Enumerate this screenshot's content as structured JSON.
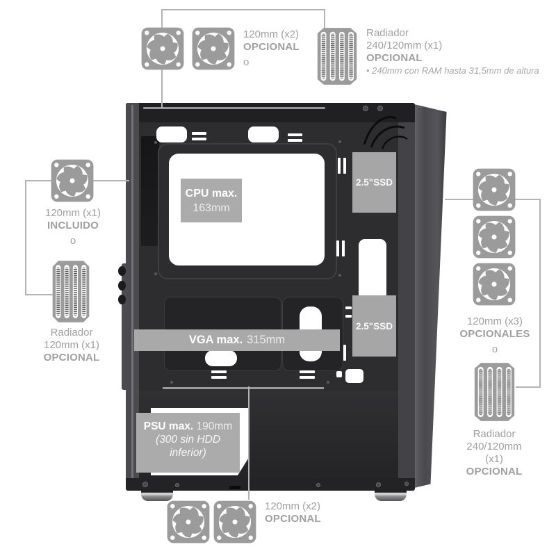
{
  "labels": {
    "top_fans": {
      "size": "120mm (x2)",
      "availability": "OPCIONAL",
      "or": "o"
    },
    "top_radiator": {
      "name": "Radiador",
      "size": "240/120mm (x1)",
      "availability": "OPCIONAL",
      "note": "• 240mm con RAM hasta 31,5mm de altura"
    },
    "left_fan": {
      "size": "120mm (x1)",
      "availability": "INCLUIDO",
      "or": "o"
    },
    "left_radiator": {
      "name": "Radiador",
      "size": "120mm (x1)",
      "availability": "OPCIONAL"
    },
    "right_fans": {
      "size": "120mm (x3)",
      "availability": "OPCIONALES",
      "or": "o"
    },
    "right_radiator": {
      "name": "Radiador",
      "size": "240/120mm",
      "qty": "(x1)",
      "availability": "OPCIONAL"
    },
    "bottom_fans": {
      "size": "120mm (x2)",
      "availability": "OPCIONAL"
    }
  },
  "case": {
    "cpu": {
      "title": "CPU max.",
      "value": "163mm"
    },
    "ssd_top": "2.5\"SSD",
    "ssd_bottom": "2.5\"SSD",
    "vga": {
      "title": "VGA max.",
      "value": "315mm"
    },
    "psu": {
      "title": "PSU max.",
      "value": "190mm",
      "note_line1": "(300 sin HDD",
      "note_line2": "inferior)"
    }
  },
  "colors": {
    "icon_gray": "#9b9b9b",
    "label_box_gray": "#ababab",
    "caption_gray": "#a0a0a2",
    "connector_line": "#b3b3b4",
    "case_dark": "#202022",
    "cutout_white": "#ffffff"
  }
}
